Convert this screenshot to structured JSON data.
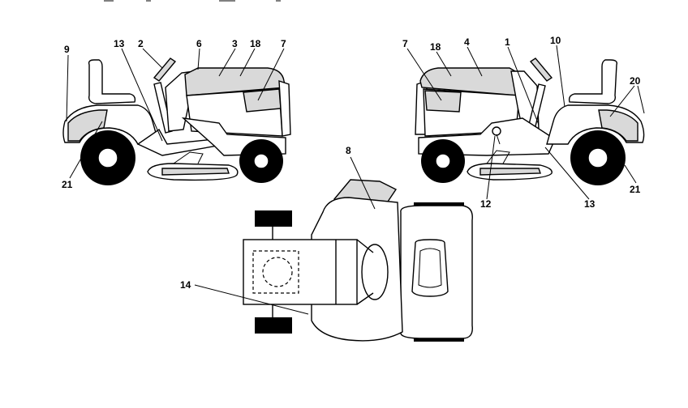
{
  "diagram": {
    "views": [
      "left-side-view",
      "right-side-view",
      "top-view"
    ],
    "callouts": {
      "left": [
        "9",
        "13",
        "2",
        "6",
        "3",
        "18",
        "7",
        "21"
      ],
      "right": [
        "7",
        "18",
        "4",
        "1",
        "10",
        "20",
        "12",
        "13",
        "21"
      ],
      "top": [
        "8",
        "14"
      ]
    },
    "colors": {
      "line": "#000000",
      "fill_gray": "#d9d9d9",
      "background": "#ffffff"
    }
  }
}
